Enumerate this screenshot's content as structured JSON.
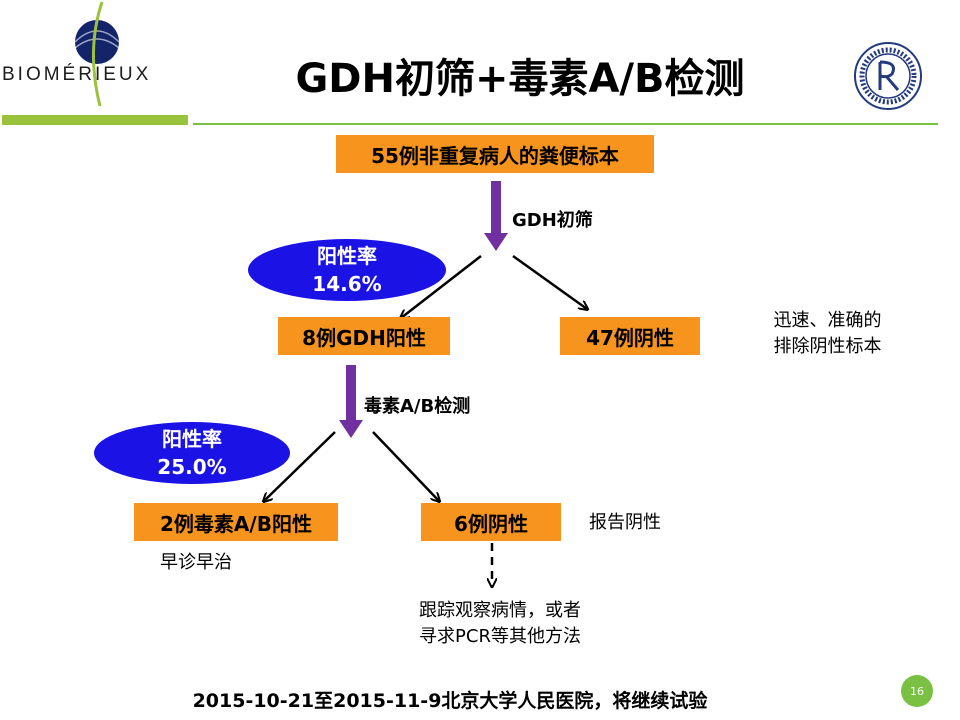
{
  "header": {
    "logo_text": "BIOMÉRIEUX",
    "title": "GDH初筛+毒素A/B检测",
    "hospital_seal_icon": "hospital-seal"
  },
  "flow": {
    "start_box": "55例非重复病人的粪便标本",
    "step1_label": "GDH初筛",
    "step1_rate_label": "阳性率",
    "step1_rate_value": "14.6%",
    "gdh_positive_box": "8例GDH阳性",
    "gdh_negative_box": "47例阴性",
    "gdh_negative_note_line1": "迅速、准确的",
    "gdh_negative_note_line2": "排除阴性标本",
    "step2_label": "毒素A/B检测",
    "step2_rate_label": "阳性率",
    "step2_rate_value": "25.0%",
    "toxin_positive_box": "2例毒素A/B阳性",
    "toxin_positive_note": "早诊早治",
    "toxin_negative_box": "6例阴性",
    "toxin_negative_note": "报告阴性",
    "followup_line1": "跟踪观察病情，或者",
    "followup_line2": "寻求PCR等其他方法"
  },
  "footer": {
    "text": "2015-10-21至2015-11-9北京大学人民医院，将继续试验",
    "page_number": "16"
  },
  "colors": {
    "box_orange": "#f7941d",
    "ellipse_blue": "#1b12e6",
    "arrow_purple": "#7030a0",
    "accent_green": "#7ac143"
  }
}
